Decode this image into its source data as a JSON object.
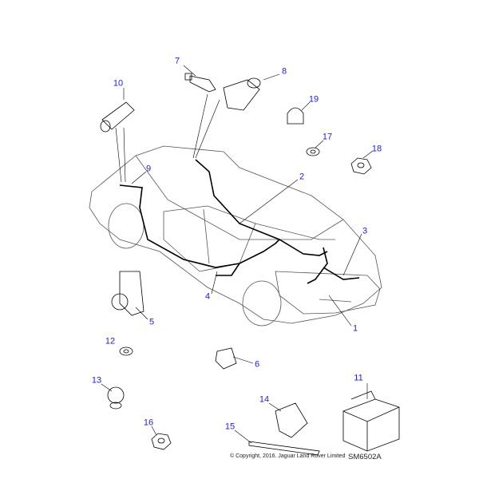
{
  "callouts": {
    "c1": "1",
    "c2": "2",
    "c3": "3",
    "c4": "4",
    "c5": "5",
    "c6": "6",
    "c7": "7",
    "c8": "8",
    "c9": "9",
    "c10": "10",
    "c11": "11",
    "c12": "12",
    "c13": "13",
    "c14": "14",
    "c15": "15",
    "c16": "16",
    "c17": "17",
    "c18": "18",
    "c19": "19"
  },
  "footer": {
    "copyright": "© Copyright, 2016. Jaguar Land Rover Limited",
    "reference": "SM6502A"
  },
  "colors": {
    "callout": "#1a1aff",
    "line": "#000000"
  }
}
